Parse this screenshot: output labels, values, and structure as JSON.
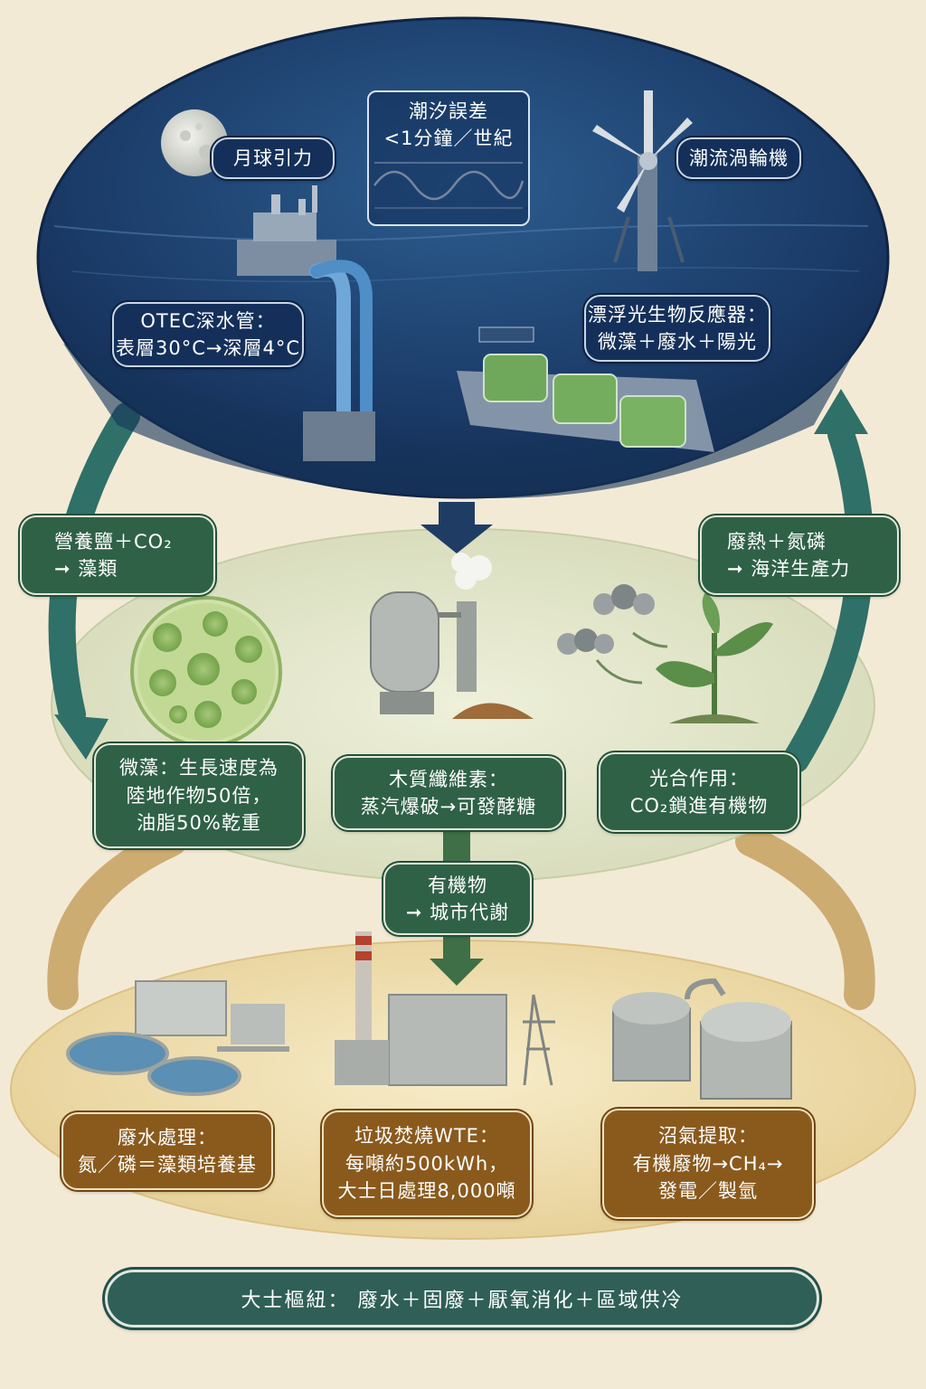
{
  "ocean": {
    "moon_label": "月球引力",
    "tide_error": [
      "潮汐誤差",
      "<1分鐘／世紀"
    ],
    "turbine_label": "潮流渦輪機",
    "otec_label": [
      "OTEC深水管：",
      "表層30°C→深層4°C"
    ],
    "bioreactor_label": [
      "漂浮光生物反應器：",
      "微藻＋廢水＋陽光"
    ]
  },
  "cycle": {
    "left_arrow_label": [
      "營養鹽＋CO₂",
      "➞ 藻類"
    ],
    "right_arrow_label": [
      "廢熱＋氮磷",
      "➞ 海洋生產力"
    ]
  },
  "bio": {
    "microalgae_label": [
      "微藻：生長速度為",
      "陸地作物50倍，",
      "油脂50%乾重"
    ],
    "lignocellulose_label": [
      "木質纖維素：",
      "蒸汽爆破→可發酵糖"
    ],
    "photosynthesis_label": [
      "光合作用：",
      "CO₂鎖進有機物"
    ],
    "organic_flow_label": [
      "有機物",
      "➞ 城市代謝"
    ]
  },
  "city": {
    "wastewater_label": [
      "廢水處理：",
      "氮／磷＝藻類培養基"
    ],
    "wte_label": [
      "垃圾焚燒WTE：",
      "每噸約500kWh，",
      "大士日處理8,000噸"
    ],
    "biogas_label": [
      "沼氣提取：",
      "有機廢物→CH₄→",
      "發電／製氫"
    ]
  },
  "hub": {
    "label": "大士樞紐：  廢水＋固廢＋厭氧消化＋區域供冷"
  },
  "colors": {
    "ocean": "#1e3f6e",
    "bio": "#dfe3c6",
    "city": "#ecd8a4",
    "teal_arrow": "#2f7068",
    "gold_arrow": "#c9a567",
    "green_label": "#2f6147",
    "brown_label": "#8a5a1d",
    "navy_label": "#14305a"
  }
}
